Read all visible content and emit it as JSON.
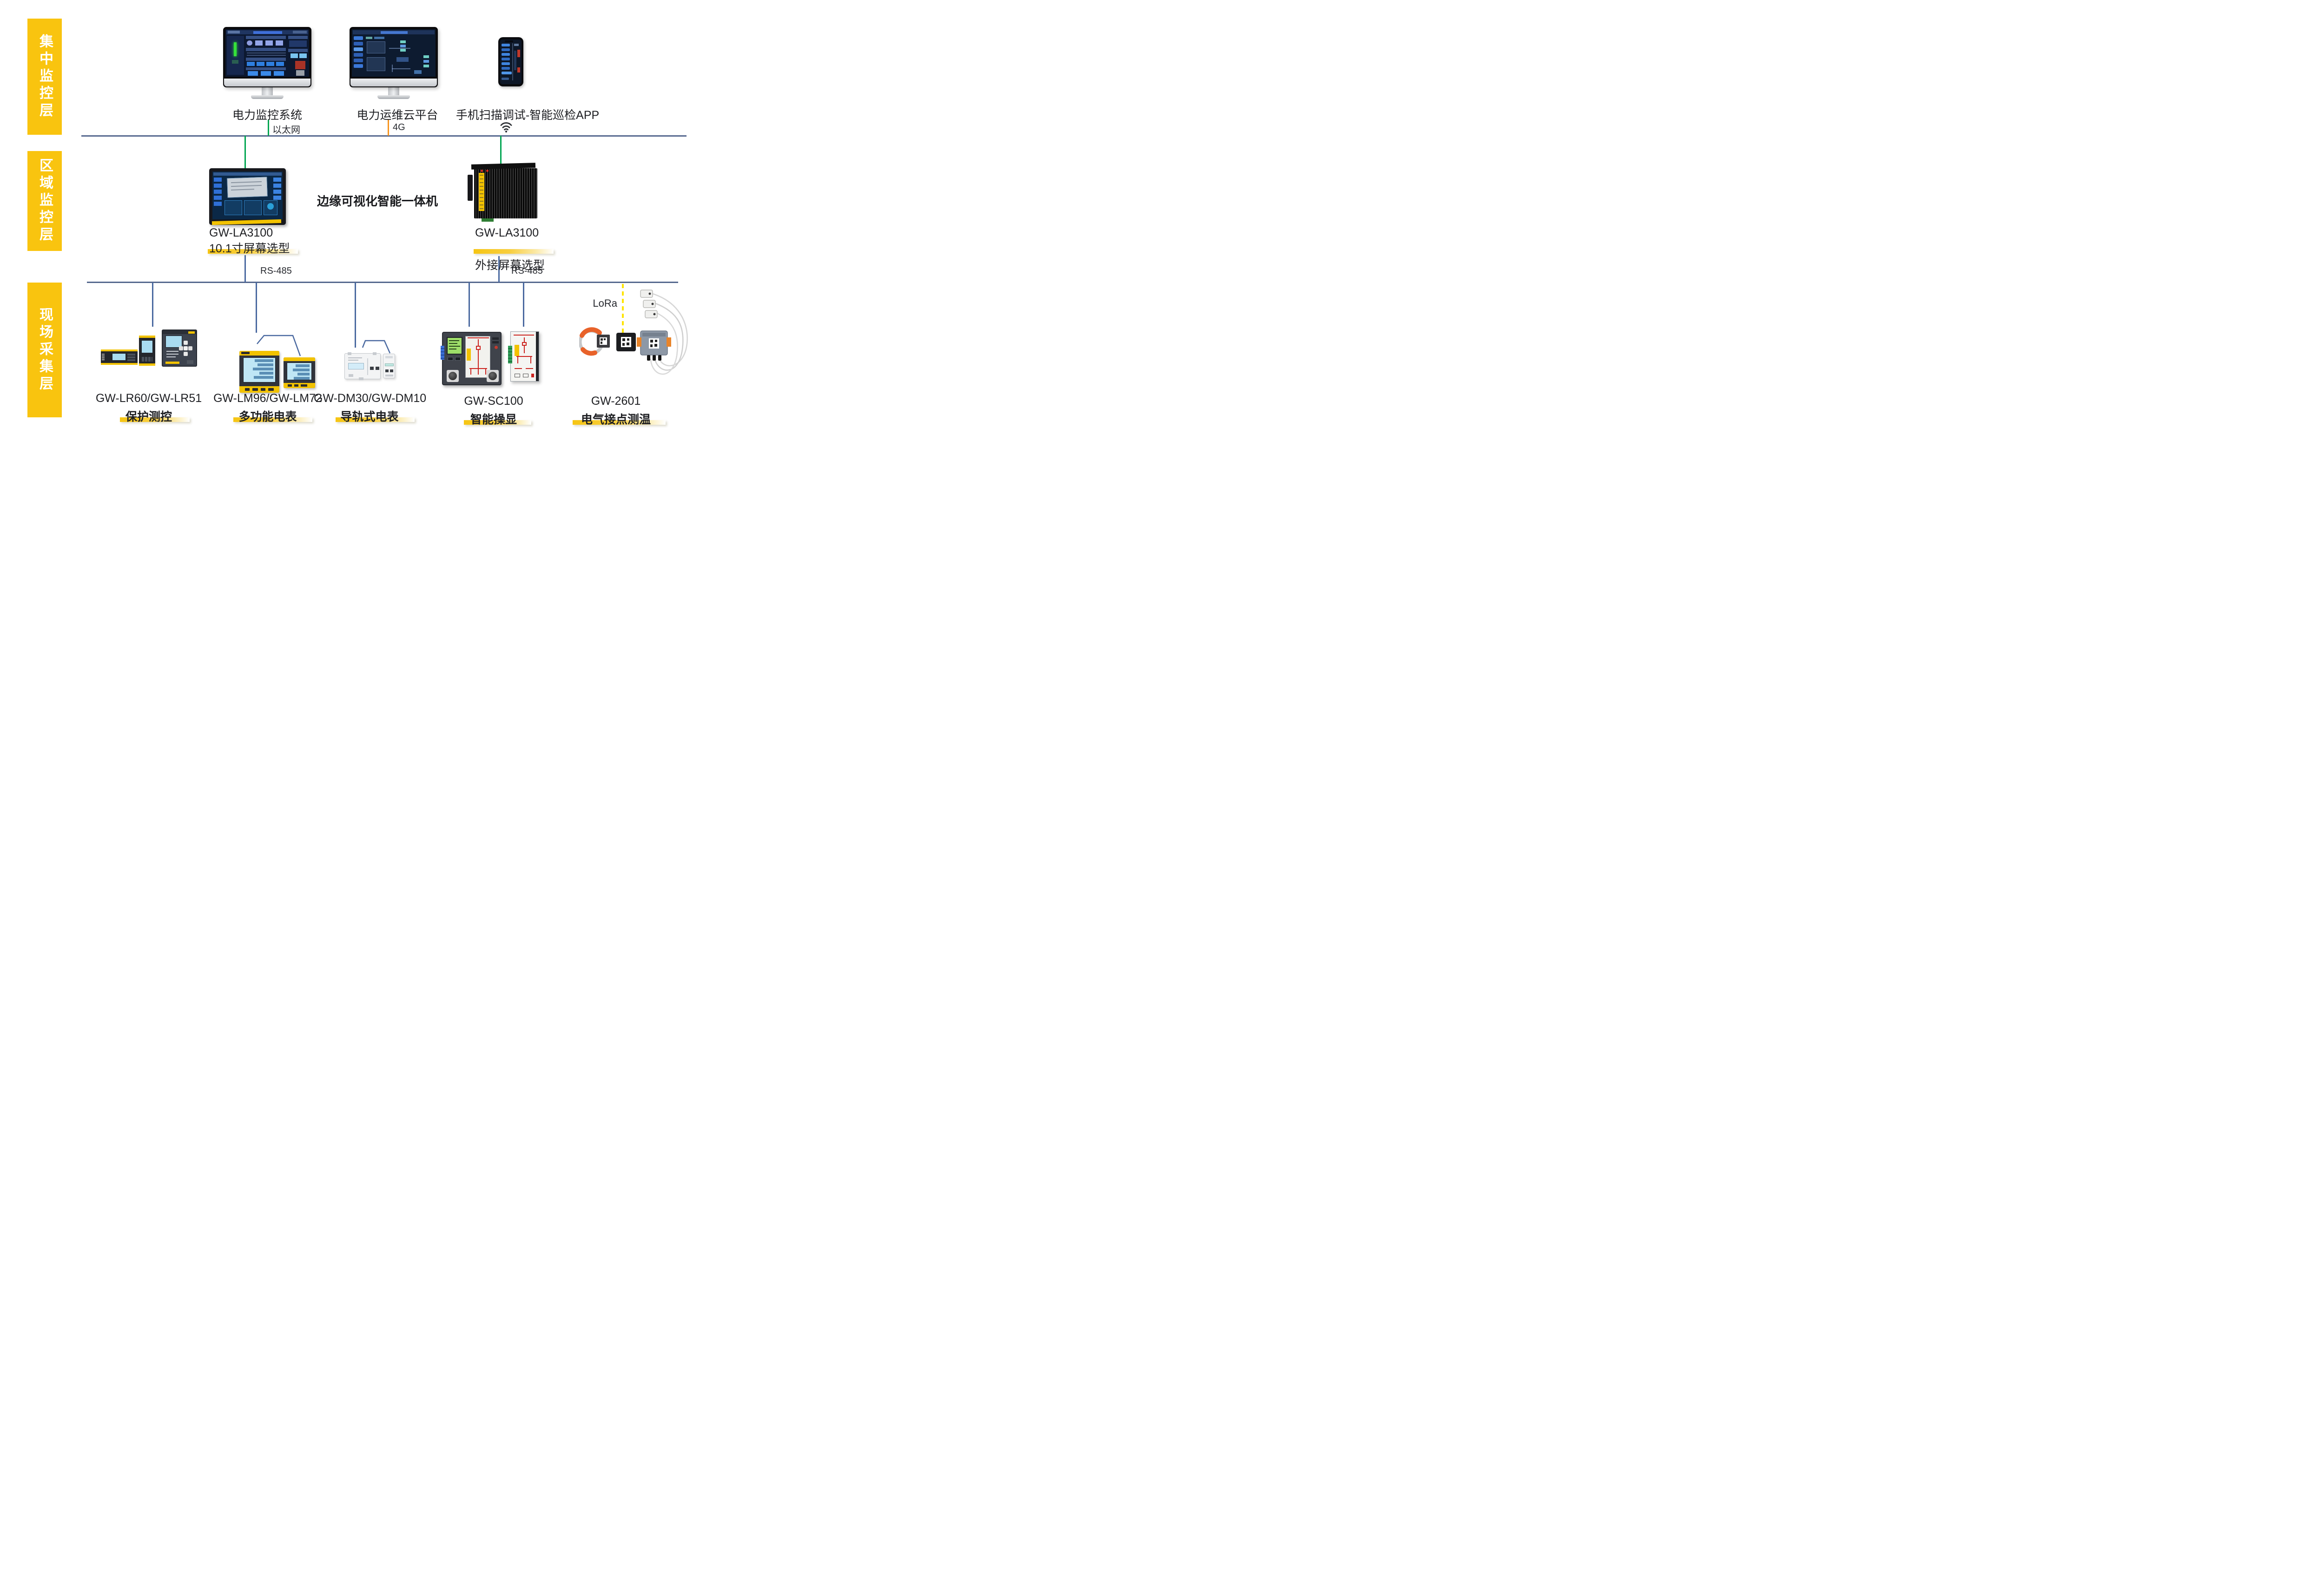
{
  "colors": {
    "layer_box": "#F9C40F",
    "divider": "#55688E",
    "connector_blue": "#4A69A0",
    "ethernet_green": "#00A551",
    "cellular_orange": "#F7941E",
    "lora_yellow": "#FFE400",
    "highlight_yellow": "#F7C513",
    "text_dark": "#222222"
  },
  "layers": [
    {
      "label": "集中监控层"
    },
    {
      "label": "区域监控层"
    },
    {
      "label": "现场采集层"
    }
  ],
  "monitoring": {
    "scada": {
      "label": "电力监控系统",
      "link_label": "以太网"
    },
    "cloud": {
      "label": "电力运维云平台",
      "link_label": "4G"
    },
    "app": {
      "label": "手机扫描调试-智能巡检APP",
      "link_icon": "wifi-icon"
    }
  },
  "edge": {
    "center_label": "边缘可视化智能一体机",
    "left": {
      "model": "GW-LA3100",
      "variant": "10.1寸屏幕选型",
      "bus_label": "RS-485"
    },
    "right": {
      "model": "GW-LA3100",
      "variant": "外接屏幕选型",
      "bus_label": "RS-485"
    }
  },
  "field": {
    "lora_label": "LoRa",
    "devices": [
      {
        "model": "GW-LR60/GW-LR51",
        "name": "保护测控"
      },
      {
        "model": "GW-LM96/GW-LM72",
        "name": "多功能电表"
      },
      {
        "model": "GW-DM30/GW-DM10",
        "name": "导轨式电表"
      },
      {
        "model": "GW-SC100",
        "name": "智能操显"
      },
      {
        "model": "GW-2601",
        "name": "电气接点测温"
      }
    ]
  }
}
